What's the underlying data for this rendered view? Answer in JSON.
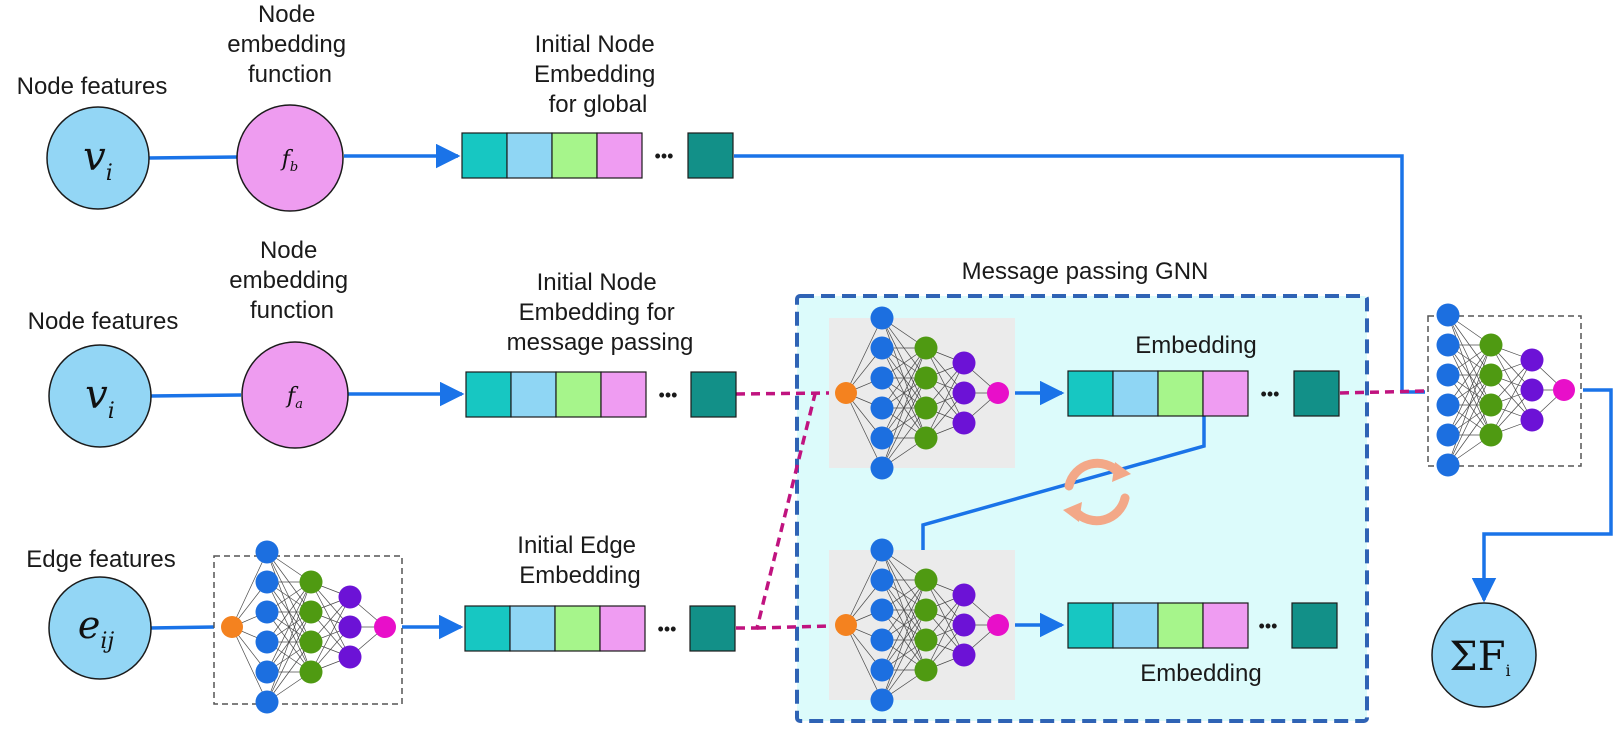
{
  "labels": {
    "node_features_1": "Node features",
    "node_embedding_fn_1": [
      "Node",
      "embedding",
      "function"
    ],
    "initial_node_global": [
      "Initial Node",
      "Embedding",
      "for global"
    ],
    "node_features_2": "Node features",
    "node_embedding_fn_2": [
      "Node",
      "embedding",
      "function"
    ],
    "initial_node_mp": [
      "Initial Node",
      "Embedding for",
      "message passing"
    ],
    "edge_features": "Edge features",
    "initial_edge": [
      "Initial Edge",
      "Embedding"
    ],
    "gnn_title": "Message passing GNN",
    "embedding_top": "Embedding",
    "embedding_bottom": "Embedding"
  },
  "symbols": {
    "v_main": "v",
    "v_sub": "i",
    "e_main": "e",
    "e_sub": "ij",
    "fb_main": "f",
    "fb_sub": "b",
    "fa_main": "f",
    "fa_sub": "a",
    "sum_main": "ΣF",
    "sum_sub": "i",
    "ellipsis": "•••"
  },
  "colors": {
    "arrow_blue": "#1a73e8",
    "dashed_magenta": "#c0137f",
    "node_blue": "#93d6f5",
    "node_pink": "#ee9cf0",
    "gnn_box_fill": "#dcfbfb",
    "gnn_box_border": "#2f63b5",
    "nn_input": "#f4821f",
    "nn_layer1": "#1c6fe0",
    "nn_layer2": "#4f9a12",
    "nn_layer3": "#6c12d6",
    "nn_output": "#e80fc9",
    "cell_teal": "#17c7c2",
    "cell_skyblue": "#8fd6f4",
    "cell_green": "#a6f58b",
    "cell_pink": "#ef9cf2",
    "cell_darkteal": "#129088",
    "cycle_icon": "#f3a888"
  },
  "icons": [
    "refresh-cycle-icon"
  ]
}
